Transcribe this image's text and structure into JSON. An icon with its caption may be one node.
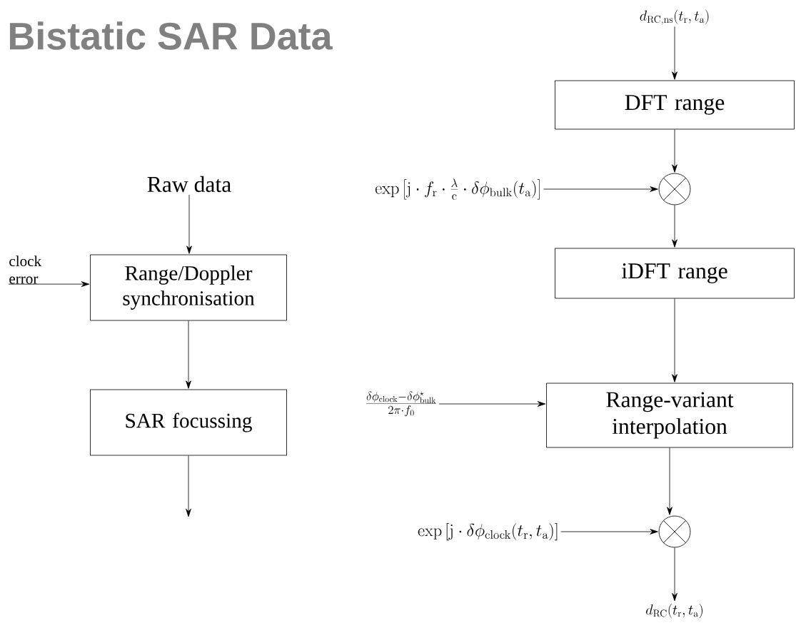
{
  "diagram": {
    "title": "Bistatic SAR Data",
    "nodes": [
      {
        "text": [
          "Raw data"
        ]
      },
      {
        "text": [
          "Range/Doppler synchronisation"
        ]
      },
      {
        "text": [
          "SAR focussing"
        ]
      },
      {
        "text": [
          "clock error"
        ]
      },
      {
        "text": [
          "d_{\\mathrm{RC,ns}}(t_{\\mathrm{r}}, t_{\\mathrm{a}})"
        ]
      },
      {
        "text": [
          "DFT range"
        ]
      },
      {
        "text": [],
        "shape": "circle"
      },
      {
        "text": [
          "\\exp\\left[\\mathrm{j}\\cdot f_{\\mathrm{r}}\\cdot \\frac{\\lambda}{\\mathrm{c}}\\cdot \\delta\\phi_{\\mathrm{bulk}}(t_{\\mathrm{a}})\\right]"
        ]
      },
      {
        "text": [
          "iDFT range"
        ]
      },
      {
        "text": [
          "\\frac{\\delta\\phi_{\\mathrm{clock}} - \\delta\\phi^{\\star}_{\\mathrm{bulk}}}{2\\pi\\cdot f_0}"
        ]
      },
      {
        "text": [
          "Range-variant interpolation"
        ]
      },
      {
        "text": [],
        "shape": "circle"
      },
      {
        "text": [
          "\\exp\\left[\\mathrm{j}\\cdot \\delta\\phi_{\\mathrm{clock}}(t_{\\mathrm{r}}, t_{\\mathrm{a}})\\right]"
        ]
      },
      {
        "text": [
          "d_{\\mathrm{RC}}(t_{\\mathrm{r}}, t_{\\mathrm{a}})"
        ]
      }
    ],
    "edges": [
      {
        "from": 0,
        "to": 1,
        "arrow": "to"
      },
      {
        "from": 3,
        "to": 1,
        "arrow": "to"
      },
      {
        "from": 1,
        "to": 2,
        "arrow": "to"
      },
      {
        "from": 2,
        "to": null,
        "arrow": "to"
      },
      {
        "from": 4,
        "to": 5,
        "arrow": "to"
      },
      {
        "from": 5,
        "to": 6,
        "arrow": "to"
      },
      {
        "from": 7,
        "to": 6,
        "arrow": "to"
      },
      {
        "from": 6,
        "to": 8,
        "arrow": "to"
      },
      {
        "from": 8,
        "to": 10,
        "arrow": "to"
      },
      {
        "from": 9,
        "to": 10,
        "arrow": "to"
      },
      {
        "from": 10,
        "to": 11,
        "arrow": "to"
      },
      {
        "from": 12,
        "to": 11,
        "arrow": "to"
      },
      {
        "from": 11,
        "to": 13,
        "arrow": "to"
      }
    ]
  }
}
